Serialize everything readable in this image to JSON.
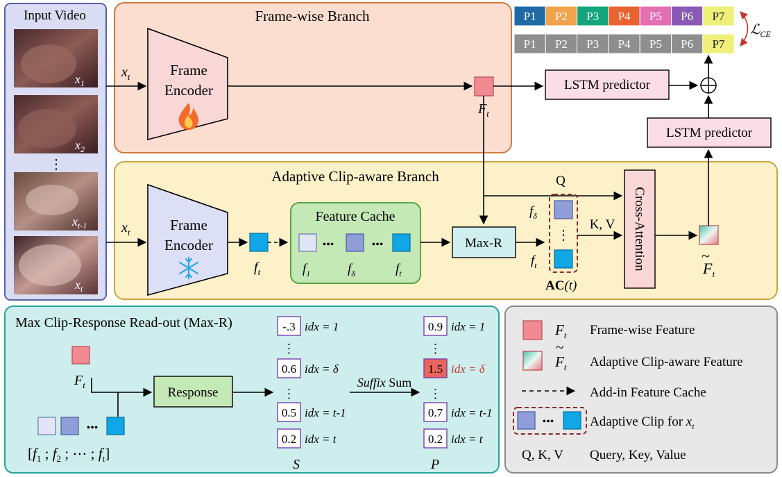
{
  "input_video": {
    "title": "Input Video",
    "frames": [
      {
        "var": "x",
        "sub": "1"
      },
      {
        "var": "x",
        "sub": "2"
      },
      {
        "var": "x",
        "sub": "t-1"
      },
      {
        "var": "x",
        "sub": "t"
      }
    ],
    "ellipsis": "⋮"
  },
  "frame_wise": {
    "title": "Frame-wise Branch",
    "input_label": {
      "var": "x",
      "sub": "t"
    },
    "encoder_label_1": "Frame",
    "encoder_label_2": "Encoder",
    "encoder_icon": "fire-icon",
    "feature_label": {
      "var": "F",
      "sub": "t"
    },
    "lstm_label": "LSTM predictor"
  },
  "predictions": {
    "top_row": [
      "P1",
      "P2",
      "P3",
      "P4",
      "P5",
      "P6",
      "P7"
    ],
    "bottom_row": [
      "P1",
      "P2",
      "P3",
      "P4",
      "P5",
      "P6",
      "P7"
    ],
    "top_colors": [
      "#1f6aa5",
      "#f0a34a",
      "#13a57c",
      "#e8632f",
      "#e56fb3",
      "#8a5bb6",
      "#eef07a"
    ],
    "bottom_colors": [
      "#8e8e8e",
      "#8e8e8e",
      "#8e8e8e",
      "#8e8e8e",
      "#8e8e8e",
      "#8e8e8e",
      "#eef07a"
    ],
    "loss_label": "ℒ",
    "loss_sub": "CE",
    "sum_symbol": "⊕"
  },
  "adaptive": {
    "title": "Adaptive Clip-aware Branch",
    "input_label": {
      "var": "x",
      "sub": "t"
    },
    "encoder_label_1": "Frame",
    "encoder_label_2": "Encoder",
    "encoder_icon": "snowflake-icon",
    "feature_label": {
      "var": "f",
      "sub": "t"
    },
    "cache_title": "Feature Cache",
    "cache_dots": "•••",
    "cache_labels": [
      {
        "var": "f",
        "sub": "1"
      },
      {
        "var": "f",
        "sub": "δ"
      },
      {
        "var": "f",
        "sub": "t"
      }
    ],
    "maxr_label": "Max-R",
    "clip_labels": [
      {
        "var": "f",
        "sub": "δ"
      },
      {
        "var": "f",
        "sub": "t"
      }
    ],
    "clip_dots": "⋮",
    "ac_label": "AC",
    "ac_arg": "(t)",
    "q_label": "Q",
    "kv_label": "K, V",
    "cross_attention_label": "Cross-Attention",
    "lstm_label": "LSTM predictor",
    "output_label": {
      "var": "F",
      "sub": "t",
      "tilde": "~"
    }
  },
  "maxr": {
    "title": "Max Clip-Response Read-out (Max-R)",
    "feature_label": {
      "var": "F",
      "sub": "t"
    },
    "response_label": "Response",
    "suffix_label_italic": "Suffix",
    "suffix_label_rest": " Sum",
    "dots": "•••",
    "seq_open": "[",
    "seq_parts": [
      {
        "var": "f",
        "sub": "1"
      },
      {
        "var": "f",
        "sub": "2"
      },
      {
        "var": "f",
        "sub": "t"
      }
    ],
    "seq_sep": " ; ",
    "seq_ellipsis": "⋯",
    "seq_close": "]",
    "s_values": [
      "-.3",
      "0.6",
      "0.5",
      "0.2"
    ],
    "s_idx": [
      "idx = 1",
      "idx = δ",
      "idx = t-1",
      "idx = t"
    ],
    "s_label": "S",
    "p_values": [
      "0.9",
      "1.5",
      "0.7",
      "0.2"
    ],
    "p_idx": [
      "idx = 1",
      "idx = δ",
      "idx = t-1",
      "idx = t"
    ],
    "p_label": "P",
    "vdots": "⋮"
  },
  "legend": {
    "items": [
      {
        "symbol": {
          "var": "F",
          "sub": "t"
        },
        "text": "Frame-wise Feature"
      },
      {
        "symbol": {
          "var": "F",
          "sub": "t",
          "tilde": "~"
        },
        "text": "Adaptive Clip-aware Feature"
      },
      {
        "text": "Add-in Feature Cache"
      },
      {
        "text": "Adaptive Clip for ",
        "var": "x",
        "sub": "t"
      },
      {
        "symbol_text": "Q, K, V",
        "text": "Query, Key, Value"
      }
    ],
    "dots": "•••"
  }
}
